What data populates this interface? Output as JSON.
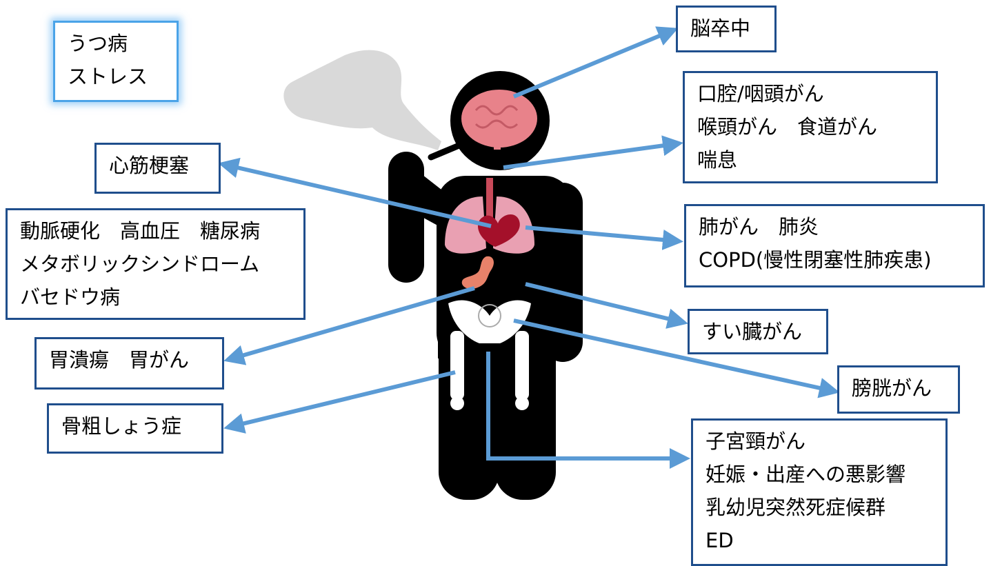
{
  "boxes": {
    "depression": [
      "うつ病",
      "ストレス"
    ],
    "stroke": [
      "脳卒中"
    ],
    "oral": [
      "口腔/咽頭がん",
      "喉頭がん　食道がん",
      "喘息"
    ],
    "mi": [
      "心筋梗塞"
    ],
    "metabolic": [
      "動脈硬化　高血圧　糖尿病",
      "メタボリックシンドローム",
      "バセドウ病"
    ],
    "lung": [
      "肺がん　肺炎",
      "COPD(慢性閉塞性肺疾患)"
    ],
    "pancreas": [
      "すい臓がん"
    ],
    "stomach": [
      "胃潰瘍　胃がん"
    ],
    "bladder": [
      "膀胱がん"
    ],
    "bone": [
      "骨粗しょう症"
    ],
    "reproductive": [
      "子宮頸がん",
      "妊娠・出産への悪影響",
      "乳幼児突然死症候群",
      "ED"
    ]
  },
  "colors": {
    "box_border": "#1f4e8c",
    "arrow": "#5b9bd5",
    "silhouette": "#000000",
    "smoke": "#d9d9d9",
    "organ": "#e8828a",
    "heart": "#a4102a"
  }
}
